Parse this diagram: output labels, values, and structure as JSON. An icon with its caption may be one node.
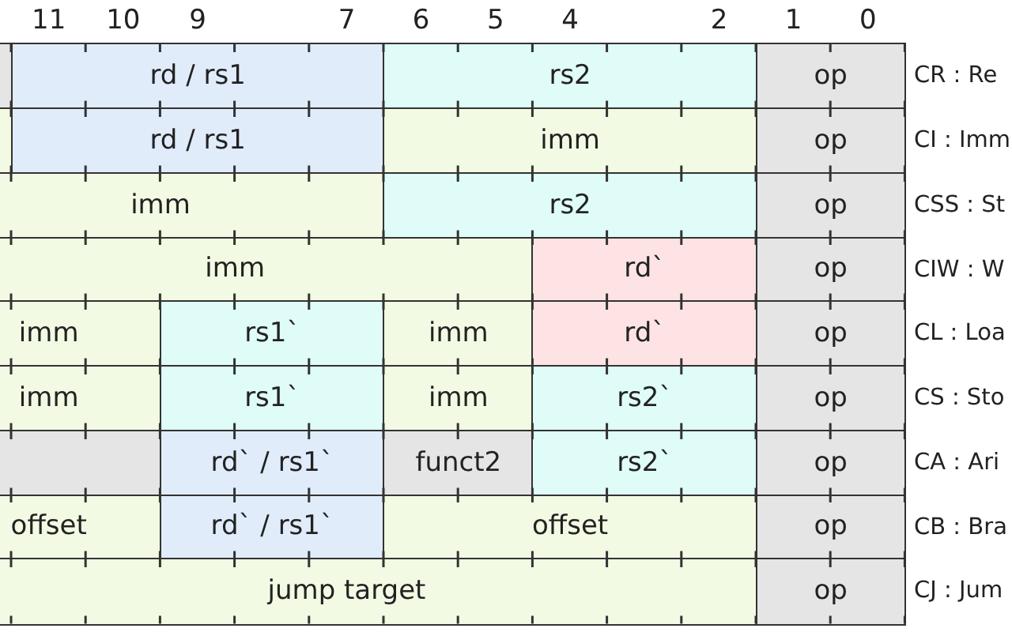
{
  "diagram": {
    "nodes": [
      {
        "text": [],
        "shape": "box"
      },
      {
        "text": [
          "rd / rs1"
        ]
      },
      {
        "text": [
          "rs2"
        ]
      },
      {
        "text": [
          "op"
        ]
      },
      {
        "text": [],
        "shape": "box"
      },
      {
        "text": [
          "rd / rs1"
        ]
      },
      {
        "text": [
          "imm"
        ]
      },
      {
        "text": [
          "op"
        ]
      },
      {
        "text": [
          "imm"
        ]
      },
      {
        "text": [
          "rs2"
        ]
      },
      {
        "text": [
          "op"
        ]
      },
      {
        "text": [
          "imm"
        ]
      },
      {
        "text": [
          "rd`"
        ]
      },
      {
        "text": [
          "op"
        ]
      },
      {
        "text": [
          "imm"
        ]
      },
      {
        "text": [
          "rs1`"
        ]
      },
      {
        "text": [
          "imm"
        ]
      },
      {
        "text": [
          "rd`"
        ]
      },
      {
        "text": [
          "op"
        ]
      },
      {
        "text": [
          "imm"
        ]
      },
      {
        "text": [
          "rs1`"
        ]
      },
      {
        "text": [
          "imm"
        ]
      },
      {
        "text": [
          "rs2`"
        ]
      },
      {
        "text": [
          "op"
        ]
      },
      {
        "text": [],
        "shape": "box"
      },
      {
        "text": [
          "rd` / rs1`"
        ]
      },
      {
        "text": [
          "funct2"
        ]
      },
      {
        "text": [
          "rs2`"
        ]
      },
      {
        "text": [
          "op"
        ]
      },
      {
        "text": [
          "offset"
        ]
      },
      {
        "text": [
          "rd` / rs1`"
        ]
      },
      {
        "text": [
          "offset"
        ]
      },
      {
        "text": [
          "op"
        ]
      },
      {
        "text": [
          "jump target"
        ]
      },
      {
        "text": [
          "op"
        ]
      }
    ],
    "labels": [
      "11",
      "10",
      "9",
      "7",
      "6",
      "5",
      "4",
      "2",
      "1",
      "0",
      "CR : Re",
      "CI : Imm",
      "CSS : St",
      "CIW : W",
      "CL : Loa",
      "CS : Sto",
      "CA : Ari",
      "CB : Bra",
      "CJ : Jum"
    ]
  }
}
